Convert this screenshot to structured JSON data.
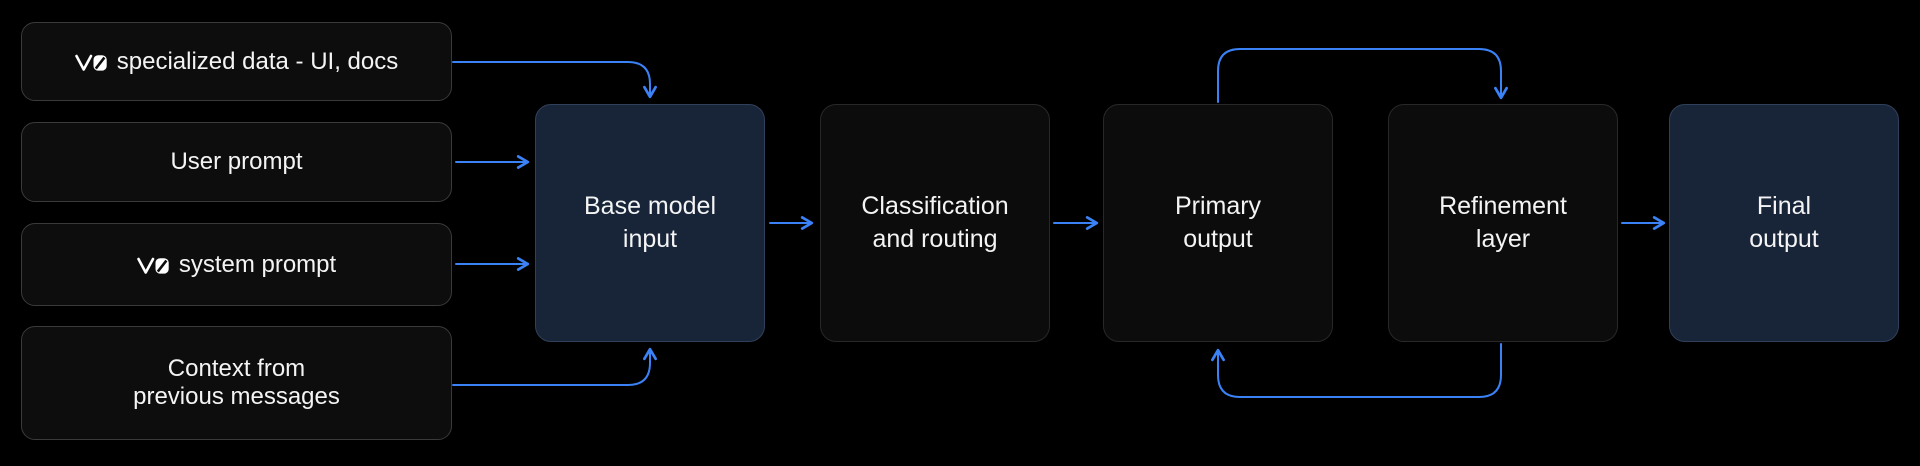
{
  "diagram": {
    "background": "#000000",
    "arrow_color": "#3B82F6",
    "text_color": "#F4F4F4",
    "colors": {
      "input_box_bg": "#0D0D0D",
      "input_box_border": "#3A3A3A",
      "stage_dark_bg": "#0C0C0C",
      "stage_dark_border": "#282828",
      "stage_highlight_bg": "#182539",
      "stage_highlight_border": "#31405A"
    },
    "inputs": [
      {
        "icon": "v0-logo",
        "label": "specialized data - UI, docs"
      },
      {
        "label": "User prompt"
      },
      {
        "icon": "v0-logo",
        "label": "system prompt"
      },
      {
        "label": "Context from\nprevious messages"
      }
    ],
    "stages": [
      {
        "label": "Base model\ninput",
        "variant": "highlight"
      },
      {
        "label": "Classification\nand routing",
        "variant": "dark"
      },
      {
        "label": "Primary\noutput",
        "variant": "dark"
      },
      {
        "label": "Refinement\nlayer",
        "variant": "dark"
      },
      {
        "label": "Final\noutput",
        "variant": "highlight"
      }
    ],
    "flows": [
      {
        "from": "v0 specialized data - UI, docs",
        "to": "Base model input"
      },
      {
        "from": "User prompt",
        "to": "Base model input"
      },
      {
        "from": "v0 system prompt",
        "to": "Base model input"
      },
      {
        "from": "Context from previous messages",
        "to": "Base model input"
      },
      {
        "from": "Base model input",
        "to": "Classification and routing"
      },
      {
        "from": "Classification and routing",
        "to": "Primary output"
      },
      {
        "from": "Primary output",
        "to": "Refinement layer"
      },
      {
        "from": "Refinement layer",
        "to": "Primary output"
      },
      {
        "from": "Refinement layer",
        "to": "Final output"
      }
    ]
  }
}
